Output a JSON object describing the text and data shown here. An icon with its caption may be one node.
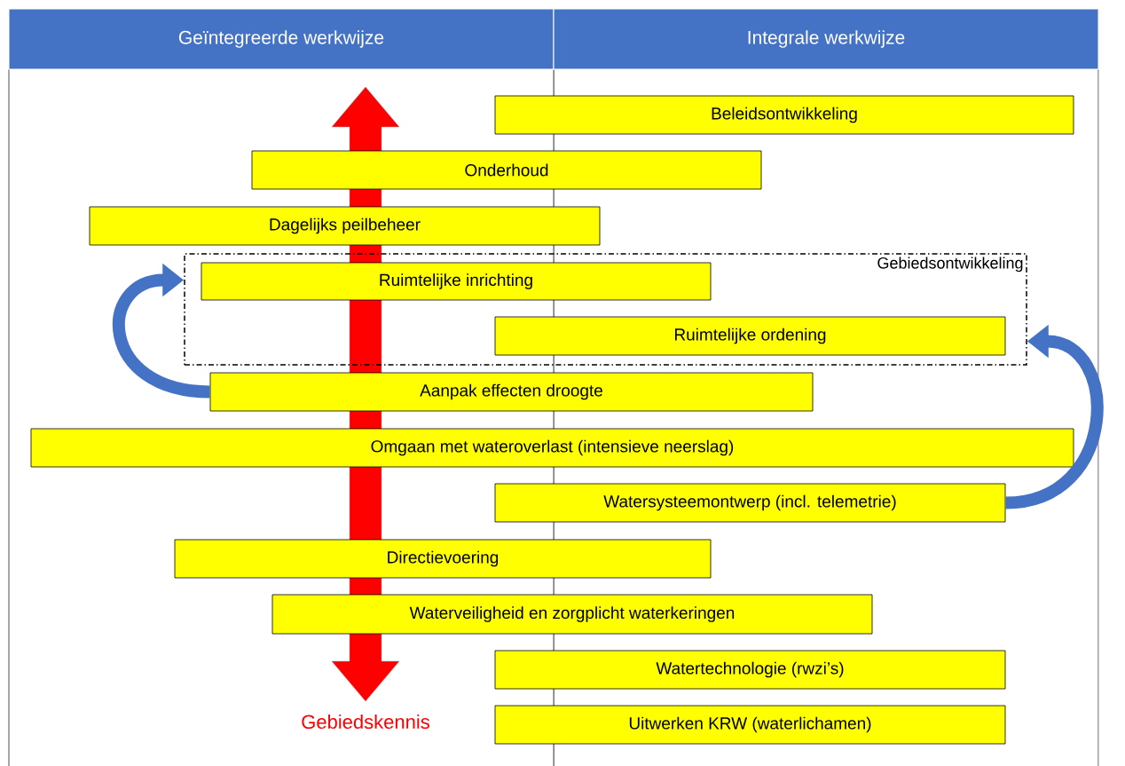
{
  "diagram": {
    "nodes": [
      {
        "text": [
          "Geïntegreerde werkwijze"
        ]
      },
      {
        "text": [
          "Integrale werkwijze"
        ]
      },
      {
        "text": [
          "Beleidsontwikkeling"
        ]
      },
      {
        "text": [
          "Onderhoud"
        ]
      },
      {
        "text": [
          "Dagelijks peilbeheer"
        ]
      },
      {
        "text": [
          "Gebiedsontwikkeling"
        ]
      },
      {
        "text": [
          "Ruimtelijke inrichting"
        ],
        "in": 5
      },
      {
        "text": [
          "Ruimtelijke ordening"
        ],
        "in": 5
      },
      {
        "text": [
          "Aanpak effecten droogte"
        ]
      },
      {
        "text": [
          "Omgaan met wateroverlast (intensieve neerslag)"
        ]
      },
      {
        "text": [
          "Watersysteemontwerp (incl. telemetrie)"
        ]
      },
      {
        "text": [
          "Directievoering"
        ]
      },
      {
        "text": [
          "Waterveiligheid en zorgplicht waterkeringen"
        ]
      },
      {
        "text": [
          "Watertechnologie (rwzi’s)"
        ]
      },
      {
        "text": [
          "Uitwerken KRW (waterlichamen)"
        ]
      }
    ],
    "edges": [
      {
        "from": 8,
        "to": 5,
        "arrow": "to"
      },
      {
        "from": 10,
        "to": 5,
        "arrow": "to"
      }
    ],
    "labels": [
      "Gebiedskennis"
    ]
  }
}
